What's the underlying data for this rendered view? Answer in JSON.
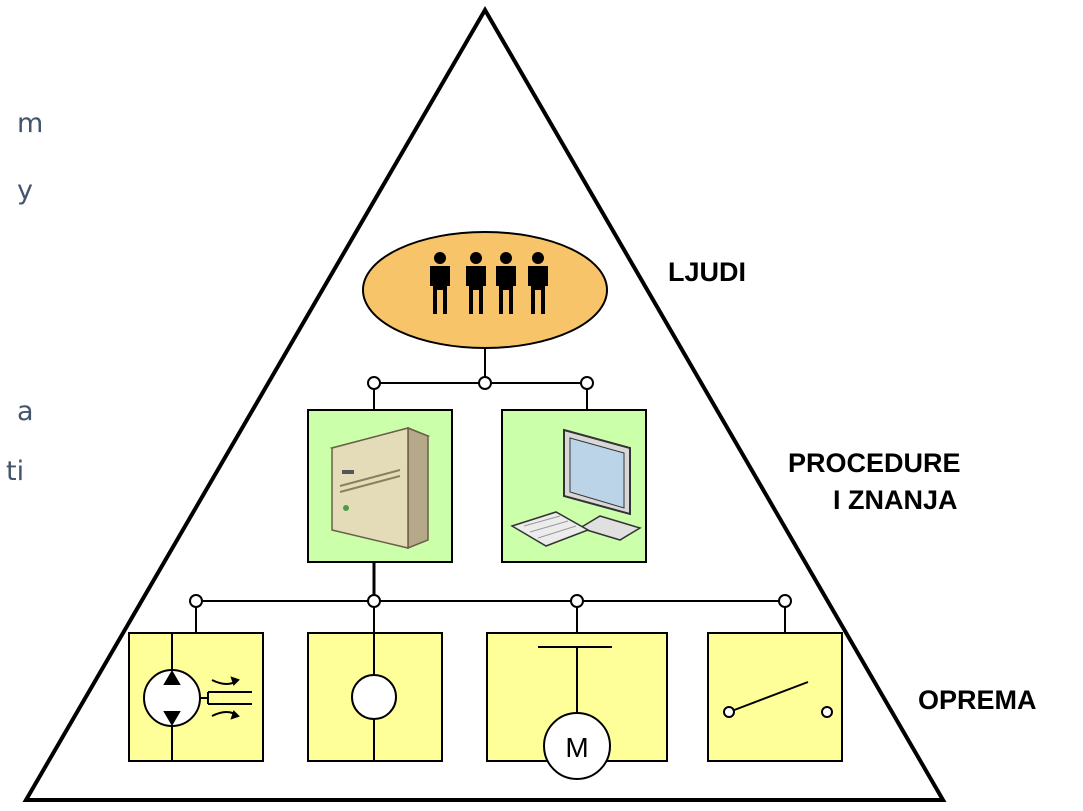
{
  "side_text": [
    "m",
    "y",
    "a",
    "ti"
  ],
  "labels": {
    "people": "LJUDI",
    "procedures_line1": "PROCEDURE",
    "procedures_line2": "I ZNANJA",
    "equipment": "OPREMA"
  },
  "equipment": {
    "motor_letter": "M"
  },
  "colors": {
    "people_fill": "#f8c46a",
    "computer_fill": "#ccffaa",
    "equipment_fill": "#ffff99",
    "side_text": "#44546a"
  },
  "icons": [
    "person-icon",
    "server-tower-icon",
    "desktop-computer-icon",
    "hydraulic-pump-motor-symbol",
    "circle-sensor-symbol",
    "motor-symbol",
    "switch-symbol"
  ]
}
